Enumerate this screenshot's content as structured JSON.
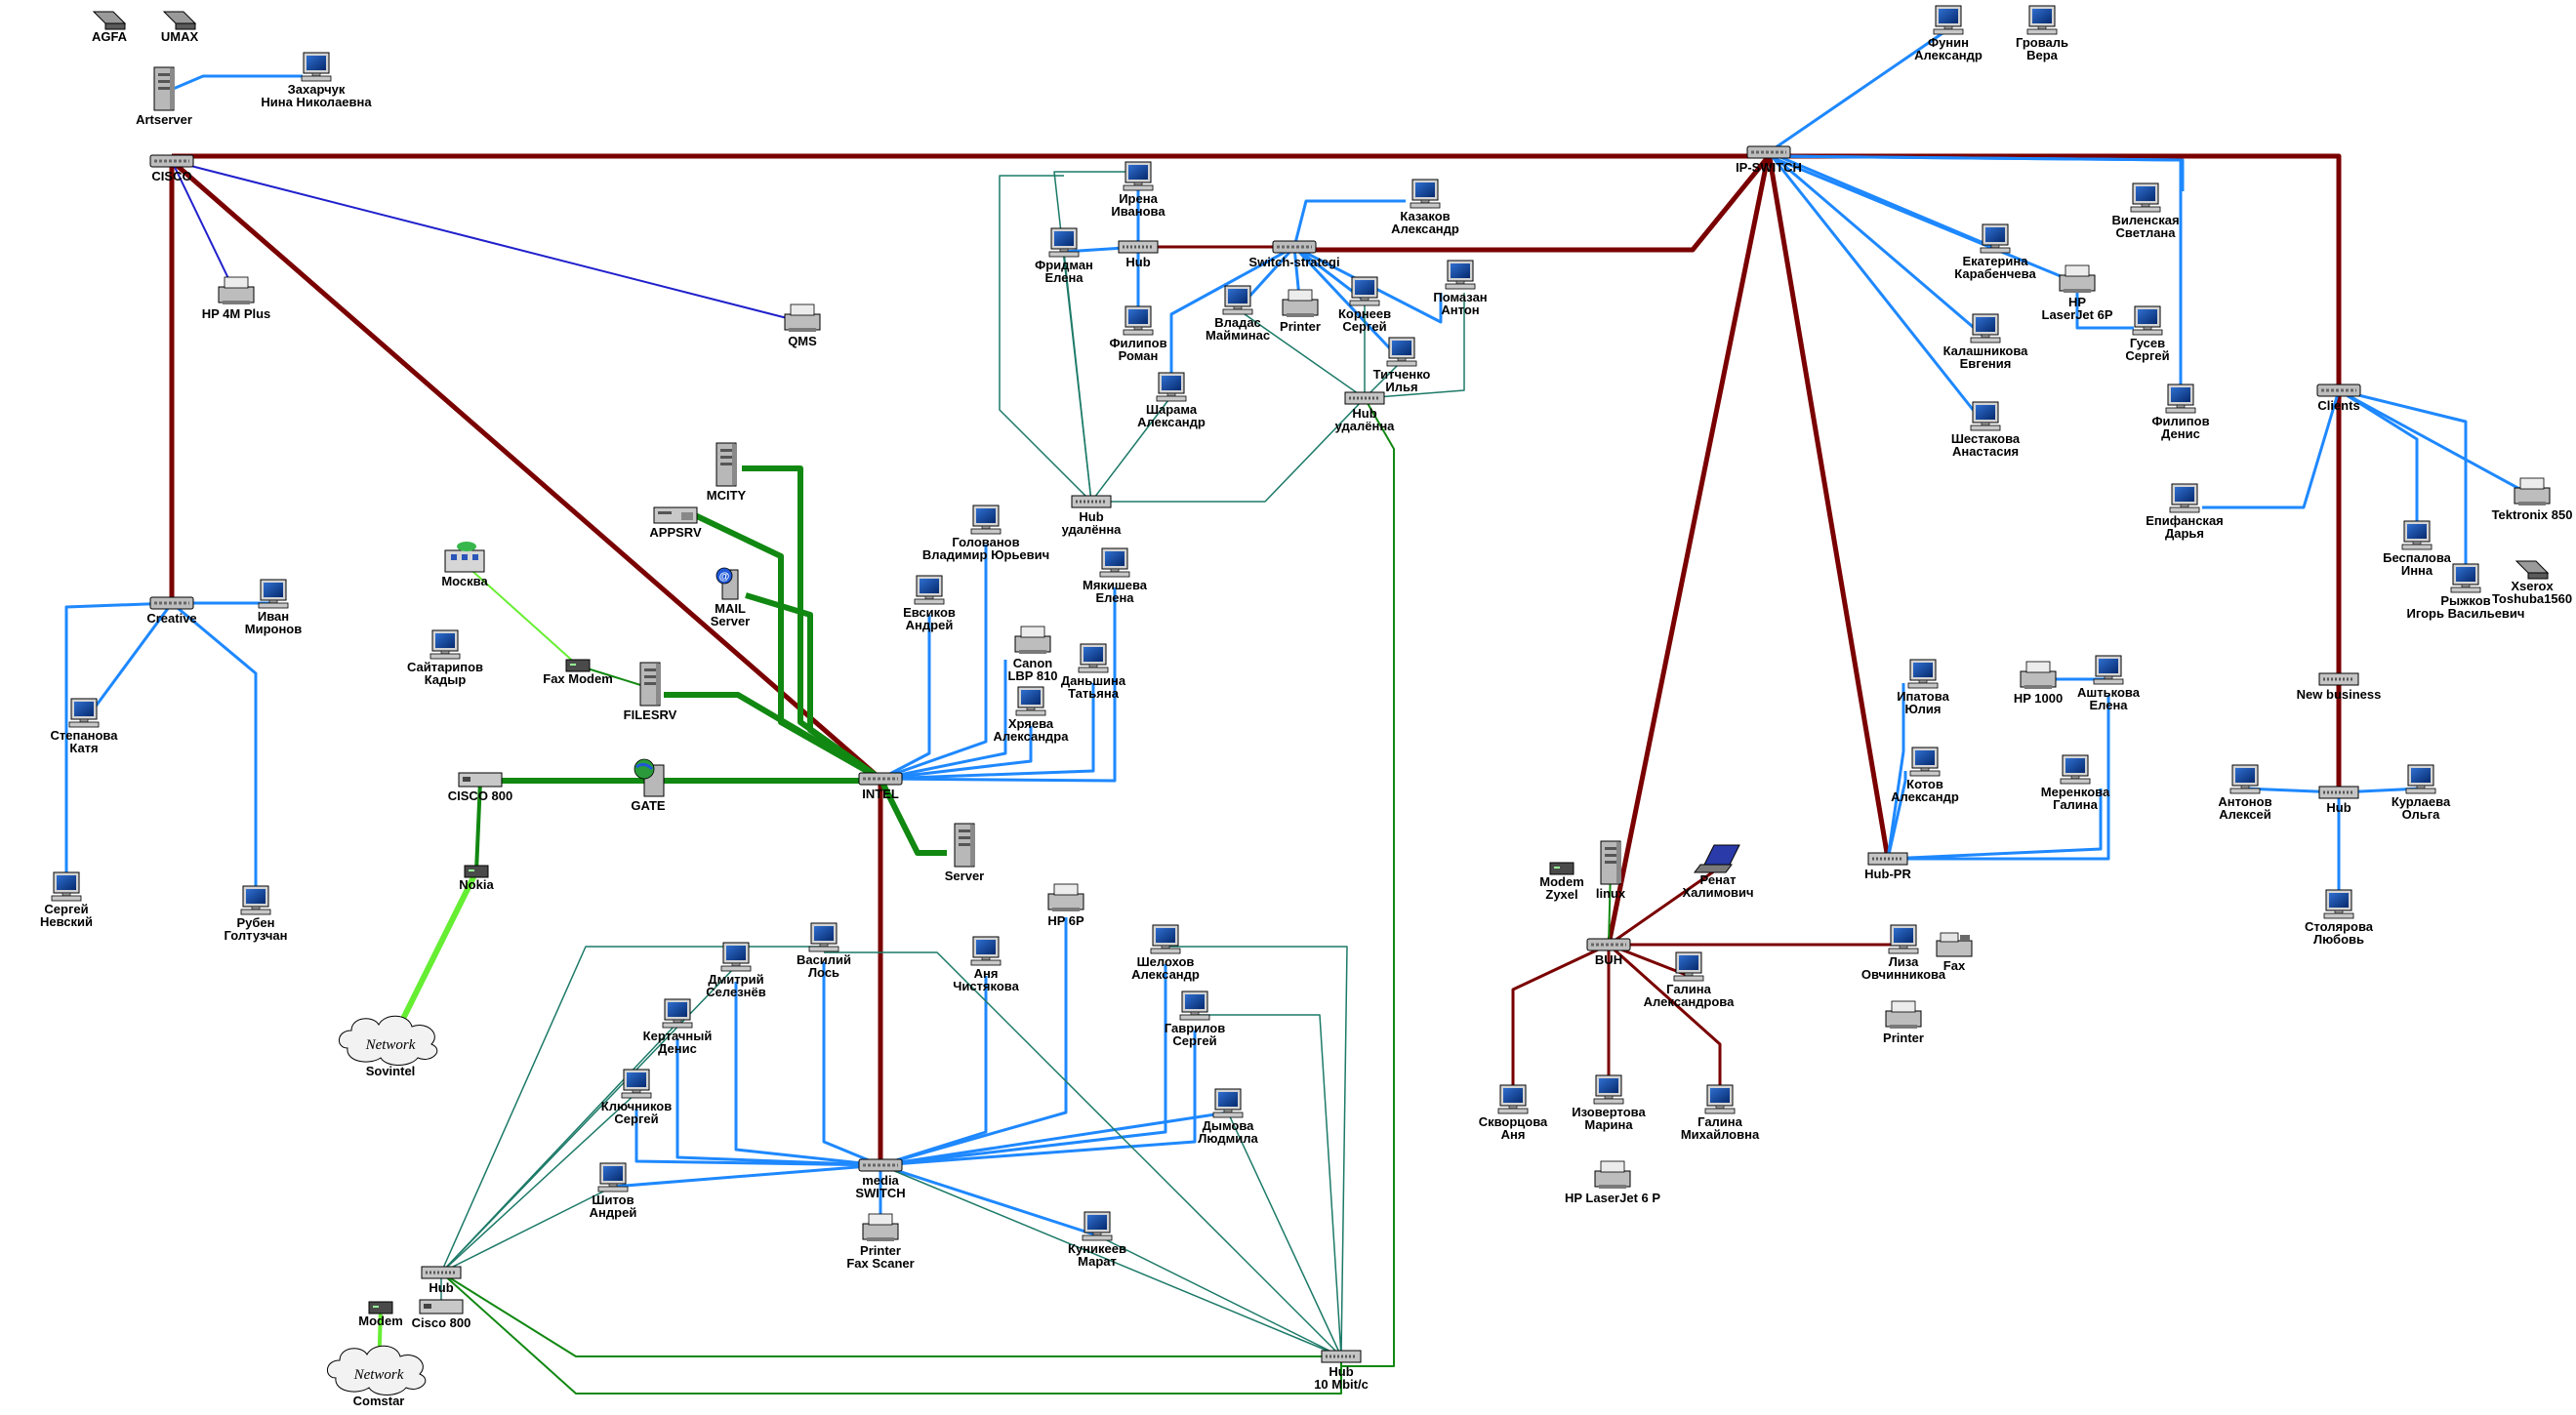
{
  "colors": {
    "backbone": "#7a0000",
    "lan": "#1e88ff",
    "server": "#118811",
    "thin": "#1c7a68",
    "wan": "#66ee33",
    "serial": "#2020cc",
    "hub_fill": "#b8b8b8",
    "monitor_screen": "#0a3a8a"
  },
  "nodes": [
    {
      "id": "agfa",
      "icon": "scanner-icon",
      "lines": [
        "AGFA"
      ]
    },
    {
      "id": "umax",
      "icon": "scanner-icon",
      "lines": [
        "UMAX"
      ]
    },
    {
      "id": "artserver",
      "icon": "tower-server-icon",
      "lines": [
        "Artserver"
      ]
    },
    {
      "id": "zaharchuk",
      "icon": "computer-icon",
      "lines": [
        "Захарчук",
        "Нина Николаевна"
      ]
    },
    {
      "id": "cisco_main",
      "icon": "switch-icon",
      "lines": [
        "CISCO"
      ]
    },
    {
      "id": "hp4m",
      "icon": "printer-icon",
      "lines": [
        "HP 4M Plus"
      ]
    },
    {
      "id": "qms",
      "icon": "printer-icon",
      "lines": [
        "QMS"
      ]
    },
    {
      "id": "creative",
      "icon": "switch-icon",
      "lines": [
        "Creative"
      ]
    },
    {
      "id": "ivan_mironov",
      "icon": "computer-icon",
      "lines": [
        "Иван",
        "Миронов"
      ]
    },
    {
      "id": "stepanova",
      "icon": "computer-icon",
      "lines": [
        "Степанова",
        "Катя"
      ]
    },
    {
      "id": "sergey_nevsky",
      "icon": "computer-icon",
      "lines": [
        "Сергей",
        "Невский"
      ]
    },
    {
      "id": "ruben",
      "icon": "computer-icon",
      "lines": [
        "Рубен",
        "Голтузчан"
      ]
    },
    {
      "id": "moskva",
      "icon": "building-icon",
      "lines": [
        "Москва"
      ]
    },
    {
      "id": "saytaripov",
      "icon": "computer-icon",
      "lines": [
        "Сайтарипов",
        "Кадыр"
      ]
    },
    {
      "id": "faxmodem",
      "icon": "modem-icon",
      "lines": [
        "Fax Modem"
      ]
    },
    {
      "id": "appsrv",
      "icon": "desktop-server-icon",
      "lines": [
        "APPSRV"
      ]
    },
    {
      "id": "mcity",
      "icon": "tower-server-icon",
      "lines": [
        "MCITY"
      ]
    },
    {
      "id": "mail",
      "icon": "mail-server-icon",
      "lines": [
        "MAIL",
        "Server"
      ]
    },
    {
      "id": "filesrv",
      "icon": "tower-server-icon",
      "lines": [
        "FILESRV"
      ]
    },
    {
      "id": "cisco800",
      "icon": "router-icon",
      "lines": [
        "CISCO 800"
      ]
    },
    {
      "id": "gate",
      "icon": "gateway-server-icon",
      "lines": [
        "GATE"
      ]
    },
    {
      "id": "nokia",
      "icon": "modem-icon",
      "lines": [
        "Nokia"
      ]
    },
    {
      "id": "sovintel",
      "icon": "cloud-icon",
      "lines": [
        "Sovintel"
      ],
      "cloud": "Network"
    },
    {
      "id": "intel",
      "icon": "switch-icon",
      "lines": [
        "INTEL"
      ]
    },
    {
      "id": "server",
      "icon": "tower-server-icon",
      "lines": [
        "Server"
      ]
    },
    {
      "id": "golovanov",
      "icon": "computer-icon",
      "lines": [
        "Голованов",
        "Владимир Юрьевич"
      ]
    },
    {
      "id": "evsikov",
      "icon": "computer-icon",
      "lines": [
        "Евсиков",
        "Андрей"
      ]
    },
    {
      "id": "canon",
      "icon": "printer-icon",
      "lines": [
        "Canon",
        "LBP 810"
      ]
    },
    {
      "id": "myakisheva",
      "icon": "computer-icon",
      "lines": [
        "Мякишева",
        "Елена"
      ]
    },
    {
      "id": "danshina",
      "icon": "computer-icon",
      "lines": [
        "Даньшина",
        "Татьяна"
      ]
    },
    {
      "id": "hryaeva",
      "icon": "computer-icon",
      "lines": [
        "Хряева",
        "Александра"
      ]
    },
    {
      "id": "irena",
      "icon": "computer-icon",
      "lines": [
        "Ирена",
        "Иванова"
      ]
    },
    {
      "id": "hub_top",
      "icon": "hub-icon",
      "lines": [
        "Hub"
      ]
    },
    {
      "id": "fridman",
      "icon": "computer-icon",
      "lines": [
        "Фридман",
        "Елена"
      ]
    },
    {
      "id": "filipov_roman",
      "icon": "computer-icon",
      "lines": [
        "Филипов",
        "Роман"
      ]
    },
    {
      "id": "sharama",
      "icon": "computer-icon",
      "lines": [
        "Шарама",
        "Александр"
      ]
    },
    {
      "id": "switch_strategi",
      "icon": "switch-icon",
      "lines": [
        "Switch-strategi"
      ]
    },
    {
      "id": "kazakov",
      "icon": "computer-icon",
      "lines": [
        "Казаков",
        "Александр"
      ]
    },
    {
      "id": "vladas",
      "icon": "computer-icon",
      "lines": [
        "Владас",
        "Майминас"
      ]
    },
    {
      "id": "printer_strat",
      "icon": "printer-icon",
      "lines": [
        "Printer"
      ]
    },
    {
      "id": "korneev",
      "icon": "computer-icon",
      "lines": [
        "Корнеев",
        "Сергей"
      ]
    },
    {
      "id": "pomazan",
      "icon": "computer-icon",
      "lines": [
        "Помазан",
        "Антон"
      ]
    },
    {
      "id": "tichenko",
      "icon": "computer-icon",
      "lines": [
        "Титченко",
        "Илья"
      ]
    },
    {
      "id": "hub_udal1",
      "icon": "hub-icon",
      "lines": [
        "Hub",
        "удалённа"
      ]
    },
    {
      "id": "hub_udal2",
      "icon": "hub-icon",
      "lines": [
        "Hub",
        "удалённа"
      ]
    },
    {
      "id": "ip_switch",
      "icon": "switch-icon",
      "lines": [
        "IP-SWITCH"
      ]
    },
    {
      "id": "funin",
      "icon": "computer-icon",
      "lines": [
        "Фунин",
        "Александр"
      ]
    },
    {
      "id": "groval",
      "icon": "computer-icon",
      "lines": [
        "Гроваль",
        "Вера"
      ]
    },
    {
      "id": "vilenskaya",
      "icon": "computer-icon",
      "lines": [
        "Виленская",
        "Светлана"
      ]
    },
    {
      "id": "karabencheva",
      "icon": "computer-icon",
      "lines": [
        "Екатерина",
        "Карабенчева"
      ]
    },
    {
      "id": "hplj6p",
      "icon": "printer-icon",
      "lines": [
        "HP",
        "LaserJet 6P"
      ]
    },
    {
      "id": "gusev",
      "icon": "computer-icon",
      "lines": [
        "Гусев",
        "Сергей"
      ]
    },
    {
      "id": "kalashnikova",
      "icon": "computer-icon",
      "lines": [
        "Калашникова",
        "Евгения"
      ]
    },
    {
      "id": "filipov_denis",
      "icon": "computer-icon",
      "lines": [
        "Филипов",
        "Денис"
      ]
    },
    {
      "id": "shestakova",
      "icon": "computer-icon",
      "lines": [
        "Шестакова",
        "Анастасия"
      ]
    },
    {
      "id": "clients",
      "icon": "switch-icon",
      "lines": [
        "Clients"
      ]
    },
    {
      "id": "epifanskaya",
      "icon": "computer-icon",
      "lines": [
        "Епифанская",
        "Дарья"
      ]
    },
    {
      "id": "tektronix",
      "icon": "printer-icon",
      "lines": [
        "Tektronix 850"
      ]
    },
    {
      "id": "xerox",
      "icon": "scanner-icon",
      "lines": [
        "Xserox",
        "Toshuba1560"
      ]
    },
    {
      "id": "bespalova",
      "icon": "computer-icon",
      "lines": [
        "Беспалова",
        "Инна"
      ]
    },
    {
      "id": "ryzhkov",
      "icon": "computer-icon",
      "lines": [
        "Рыжков",
        "Игорь Васильевич"
      ]
    },
    {
      "id": "new_business",
      "icon": "hub-icon",
      "lines": [
        "New business"
      ]
    },
    {
      "id": "hub_nb",
      "icon": "hub-icon",
      "lines": [
        "Hub"
      ]
    },
    {
      "id": "antonov",
      "icon": "computer-icon",
      "lines": [
        "Антонов",
        "Алексей"
      ]
    },
    {
      "id": "kurlaeva",
      "icon": "computer-icon",
      "lines": [
        "Курлаева",
        "Ольга"
      ]
    },
    {
      "id": "stolyarova",
      "icon": "computer-icon",
      "lines": [
        "Столярова",
        "Любовь"
      ]
    },
    {
      "id": "ipatova",
      "icon": "computer-icon",
      "lines": [
        "Ипатова",
        "Юлия"
      ]
    },
    {
      "id": "kotov",
      "icon": "computer-icon",
      "lines": [
        "Котов",
        "Александр"
      ]
    },
    {
      "id": "hp1000",
      "icon": "printer-icon",
      "lines": [
        "HP 1000"
      ]
    },
    {
      "id": "ashtkova",
      "icon": "computer-icon",
      "lines": [
        "Аштькова",
        "Елена"
      ]
    },
    {
      "id": "merenkova",
      "icon": "computer-icon",
      "lines": [
        "Меренкова",
        "Галина"
      ]
    },
    {
      "id": "hub_pr",
      "icon": "hub-icon",
      "lines": [
        "Hub-PR"
      ]
    },
    {
      "id": "modem_zyxel",
      "icon": "modem-icon",
      "lines": [
        "Modem",
        "Zyxel"
      ]
    },
    {
      "id": "linux",
      "icon": "tower-server-icon",
      "lines": [
        "linux"
      ]
    },
    {
      "id": "renat",
      "icon": "laptop-icon",
      "lines": [
        "Ренат",
        "Халимович"
      ]
    },
    {
      "id": "buh",
      "icon": "switch-icon",
      "lines": [
        "BUH"
      ]
    },
    {
      "id": "liza",
      "icon": "computer-icon",
      "lines": [
        "Лиза",
        "Овчинникова"
      ]
    },
    {
      "id": "fax",
      "icon": "fax-icon",
      "lines": [
        "Fax"
      ]
    },
    {
      "id": "printer_buh",
      "icon": "printer-icon",
      "lines": [
        "Printer"
      ]
    },
    {
      "id": "galina_al",
      "icon": "computer-icon",
      "lines": [
        "Галина",
        "Александрова"
      ]
    },
    {
      "id": "skvortsova",
      "icon": "computer-icon",
      "lines": [
        "Скворцова",
        "Аня"
      ]
    },
    {
      "id": "izvertova",
      "icon": "computer-icon",
      "lines": [
        "Изовертова",
        "Марина"
      ]
    },
    {
      "id": "galina_mih",
      "icon": "computer-icon",
      "lines": [
        "Галина",
        "Михайловна"
      ]
    },
    {
      "id": "hplj6p_buh",
      "icon": "printer-icon",
      "lines": [
        "HP LaserJet 6 P"
      ]
    },
    {
      "id": "media_switch",
      "icon": "switch-icon",
      "lines": [
        "media",
        "SWITCH"
      ]
    },
    {
      "id": "printer_fax",
      "icon": "printer-icon",
      "lines": [
        "Printer",
        "Fax Scaner"
      ]
    },
    {
      "id": "hp6p",
      "icon": "printer-icon",
      "lines": [
        "HP 6P"
      ]
    },
    {
      "id": "vasiliy",
      "icon": "computer-icon",
      "lines": [
        "Василий",
        "Лось"
      ]
    },
    {
      "id": "dmitriy",
      "icon": "computer-icon",
      "lines": [
        "Дмитрий",
        "Селезнёв"
      ]
    },
    {
      "id": "kertachny",
      "icon": "computer-icon",
      "lines": [
        "Кертачный",
        "Денис"
      ]
    },
    {
      "id": "klyuchnikov",
      "icon": "computer-icon",
      "lines": [
        "Ключников",
        "Сергей"
      ]
    },
    {
      "id": "shitov",
      "icon": "computer-icon",
      "lines": [
        "Шитов",
        "Андрей"
      ]
    },
    {
      "id": "anya",
      "icon": "computer-icon",
      "lines": [
        "Аня",
        "Чистякова"
      ]
    },
    {
      "id": "shelohov",
      "icon": "computer-icon",
      "lines": [
        "Шелохов",
        "Александр"
      ]
    },
    {
      "id": "gavrilov",
      "icon": "computer-icon",
      "lines": [
        "Гаврилов",
        "Сергей"
      ]
    },
    {
      "id": "dymova",
      "icon": "computer-icon",
      "lines": [
        "Дымова",
        "Людмила"
      ]
    },
    {
      "id": "kunikeev",
      "icon": "computer-icon",
      "lines": [
        "Куникеев",
        "Марат"
      ]
    },
    {
      "id": "hub_bottom",
      "icon": "hub-icon",
      "lines": [
        "Hub"
      ]
    },
    {
      "id": "cisco800_b",
      "icon": "router-icon",
      "lines": [
        "Cisco 800"
      ]
    },
    {
      "id": "modem_b",
      "icon": "modem-icon",
      "lines": [
        "Modem"
      ]
    },
    {
      "id": "comstar",
      "icon": "cloud-icon",
      "lines": [
        "Comstar"
      ],
      "cloud": "Network"
    },
    {
      "id": "hub10",
      "icon": "hub-icon",
      "lines": [
        "Hub",
        "10 Mbit/c"
      ]
    }
  ]
}
